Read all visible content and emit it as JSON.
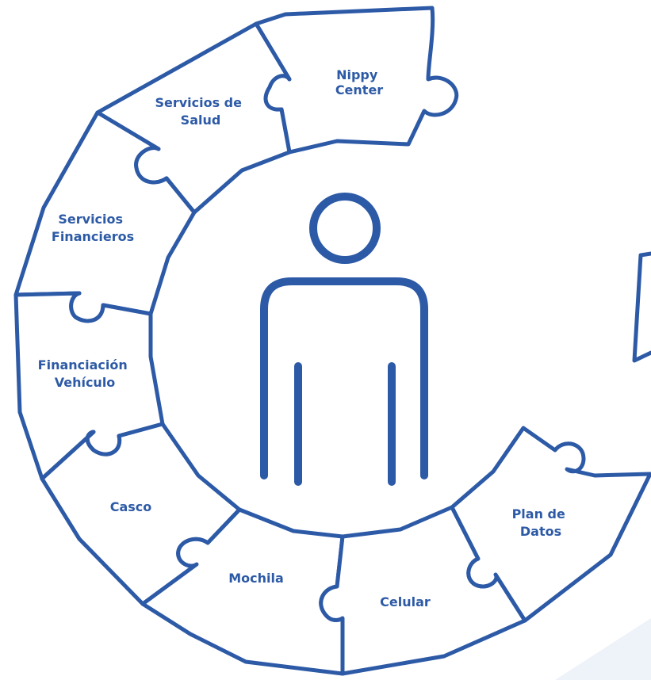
{
  "accent_color": "#2d5aa6",
  "center_icon": "person-icon",
  "pieces": [
    {
      "id": "nippy-center",
      "lines": [
        "Nippy",
        "Center"
      ]
    },
    {
      "id": "servicios-de-salud",
      "lines": [
        "Servicios de",
        "Salud"
      ]
    },
    {
      "id": "servicios-financieros",
      "lines": [
        "Servicios",
        "Financieros"
      ]
    },
    {
      "id": "financiacion-vehiculo",
      "lines": [
        "Financiación",
        "Vehículo"
      ]
    },
    {
      "id": "casco",
      "lines": [
        "Casco"
      ]
    },
    {
      "id": "mochila",
      "lines": [
        "Mochila"
      ]
    },
    {
      "id": "celular",
      "lines": [
        "Celular"
      ]
    },
    {
      "id": "plan-de-datos",
      "lines": [
        "Plan de",
        "Datos"
      ]
    }
  ]
}
